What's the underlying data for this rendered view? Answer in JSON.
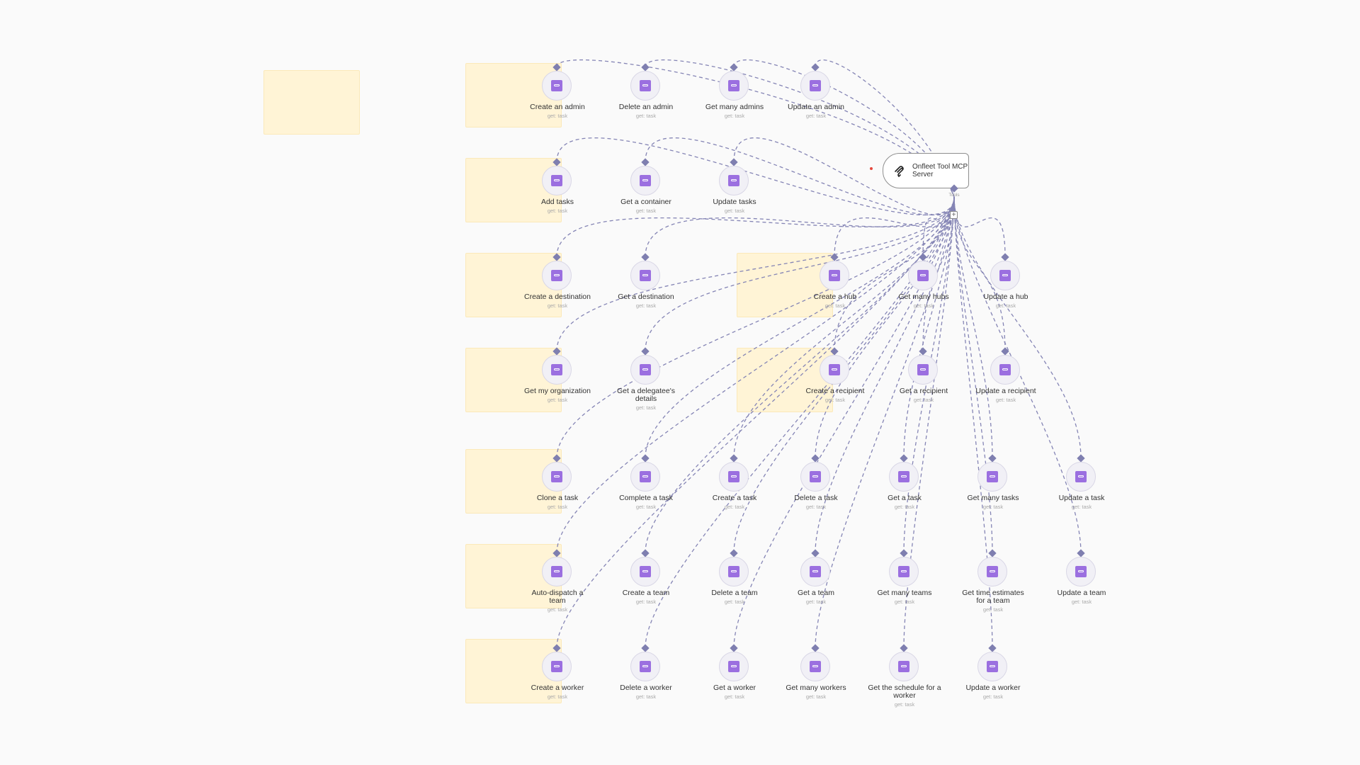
{
  "colors": {
    "background": "#fafafa",
    "sticky": "#fff4d6",
    "wire": "#8585b5",
    "tool_icon": "#9b6fe0"
  },
  "icons": {
    "tool": "tool-icon",
    "mcp": "mcp-icon",
    "add": "plus-icon"
  },
  "mcp_server": {
    "title": "Onfleet Tool MCP Server",
    "port_label": "Tools",
    "add_symbol": "+"
  },
  "tools": [
    {
      "label": "Create an admin",
      "sub": "get: task"
    },
    {
      "label": "Delete an admin",
      "sub": "get: task"
    },
    {
      "label": "Get many admins",
      "sub": "get: task"
    },
    {
      "label": "Update an admin",
      "sub": "get: task"
    },
    {
      "label": "Add tasks",
      "sub": "get: task"
    },
    {
      "label": "Get a container",
      "sub": "get: task"
    },
    {
      "label": "Update tasks",
      "sub": "get: task"
    },
    {
      "label": "Create a destination",
      "sub": "get: task"
    },
    {
      "label": "Get a destination",
      "sub": "get: task"
    },
    {
      "label": "Create a hub",
      "sub": "get: task"
    },
    {
      "label": "Get many hubs",
      "sub": "get: task"
    },
    {
      "label": "Update a hub",
      "sub": "get: task"
    },
    {
      "label": "Get my organization",
      "sub": "get: task"
    },
    {
      "label": "Get a delegatee's details",
      "sub": "get: task"
    },
    {
      "label": "Create a recipient",
      "sub": "get: task"
    },
    {
      "label": "Get a recipient",
      "sub": "get: task"
    },
    {
      "label": "Update a recipient",
      "sub": "get: task"
    },
    {
      "label": "Clone a task",
      "sub": "get: task"
    },
    {
      "label": "Complete a task",
      "sub": "get: task"
    },
    {
      "label": "Create a task",
      "sub": "get: task"
    },
    {
      "label": "Delete a task",
      "sub": "get: task"
    },
    {
      "label": "Get a task",
      "sub": "get: task"
    },
    {
      "label": "Get many tasks",
      "sub": "get: task"
    },
    {
      "label": "Update a task",
      "sub": "get: task"
    },
    {
      "label": "Auto-dispatch a team",
      "sub": "get: task"
    },
    {
      "label": "Create a team",
      "sub": "get: task"
    },
    {
      "label": "Delete a team",
      "sub": "get: task"
    },
    {
      "label": "Get a team",
      "sub": "get: task"
    },
    {
      "label": "Get many teams",
      "sub": "get: task"
    },
    {
      "label": "Get time estimates for a team",
      "sub": "get: task"
    },
    {
      "label": "Update a team",
      "sub": "get: task"
    },
    {
      "label": "Create a worker",
      "sub": "get: task"
    },
    {
      "label": "Delete a worker",
      "sub": "get: task"
    },
    {
      "label": "Get a worker",
      "sub": "get: task"
    },
    {
      "label": "Get many workers",
      "sub": "get: task"
    },
    {
      "label": "Get the schedule for a worker",
      "sub": "get: task"
    },
    {
      "label": "Update a worker",
      "sub": "get: task"
    }
  ]
}
